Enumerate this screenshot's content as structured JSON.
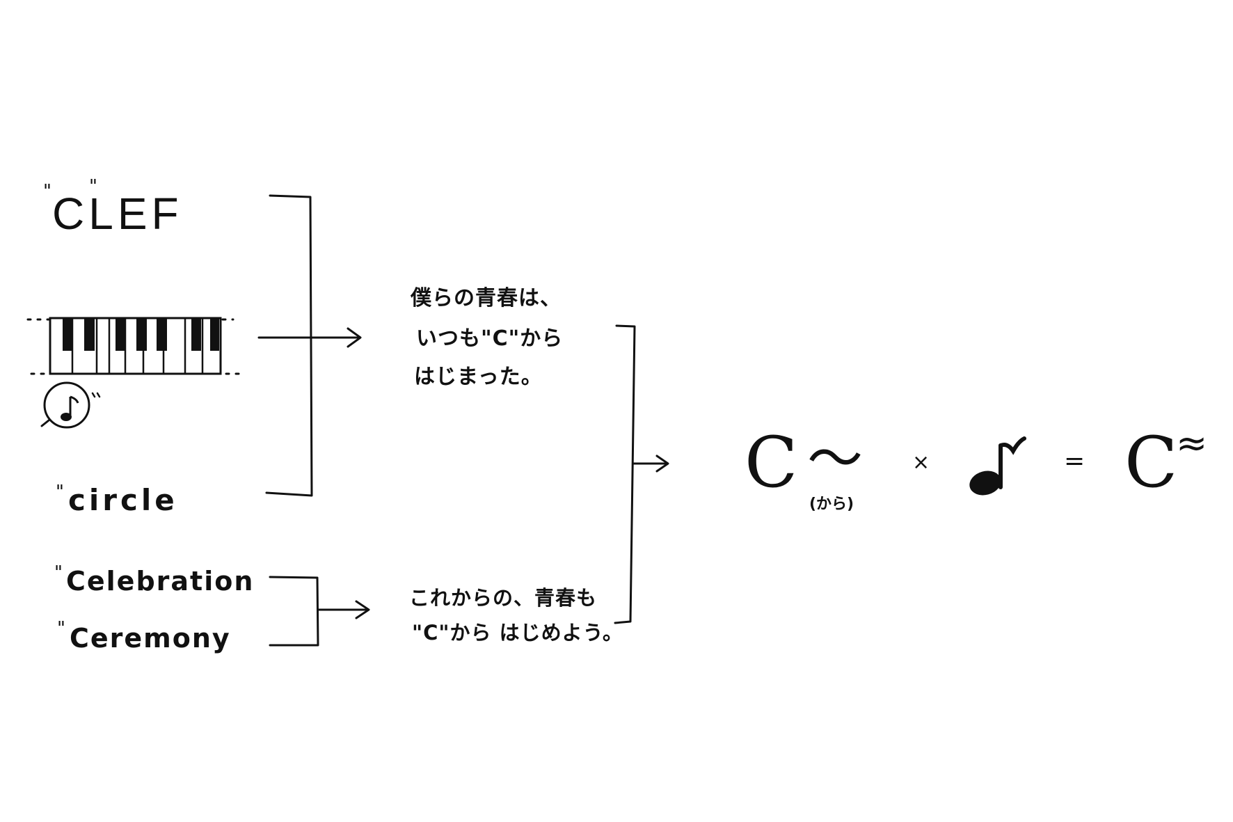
{
  "left_terms": {
    "clef": "CLEF",
    "circle": "circle",
    "celebration": "Celebration",
    "ceremony": "Ceremony",
    "quote_mark": "\""
  },
  "messages": {
    "first": [
      "僕らの青春は、",
      "いつも\"C\"から",
      "はじまった。"
    ],
    "second": [
      "これからの、青春も",
      "\"C\"から はじめよう。"
    ]
  },
  "equation": {
    "letter": "C",
    "tilde": "〜",
    "tilde_reading": "(から)",
    "times": "×",
    "equals": "=",
    "result_letter": "C",
    "result_wave": "≈"
  },
  "icons": {
    "piano": "piano-keyboard-icon",
    "note_bubble": "music-note-bubble-icon",
    "note": "eighth-note-icon"
  },
  "colors": {
    "ink": "#111111",
    "background": "#ffffff"
  }
}
